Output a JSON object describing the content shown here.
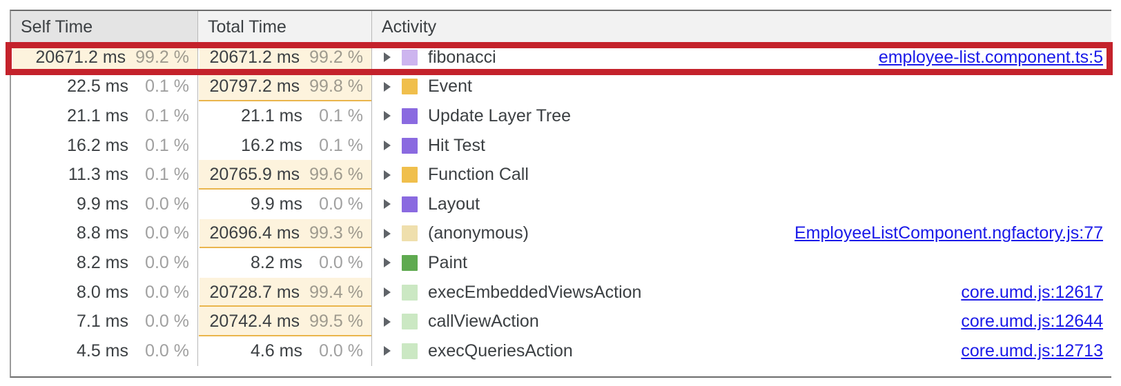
{
  "table": {
    "columns": [
      {
        "key": "self_time",
        "label": "Self Time"
      },
      {
        "key": "total_time",
        "label": "Total Time"
      },
      {
        "key": "activity",
        "label": "Activity"
      }
    ],
    "rows": [
      {
        "self_ms": "20671.2 ms",
        "self_pct": "99.2 %",
        "self_fill": 99.2,
        "total_ms": "20671.2 ms",
        "total_pct": "99.2 %",
        "total_fill": 99.2,
        "activity": "fibonacci",
        "swatch": "#cdb5ef",
        "icon": "disclosure-triangle-right",
        "link": "employee-list.component.ts:5",
        "highlighted": true
      },
      {
        "self_ms": "22.5 ms",
        "self_pct": "0.1 %",
        "self_fill": 0,
        "total_ms": "20797.2 ms",
        "total_pct": "99.8 %",
        "total_fill": 99.8,
        "activity": "Event",
        "swatch": "#f0bf4c",
        "icon": "disclosure-triangle-right",
        "link": "",
        "highlighted": false
      },
      {
        "self_ms": "21.1 ms",
        "self_pct": "0.1 %",
        "self_fill": 0,
        "total_ms": "21.1 ms",
        "total_pct": "0.1 %",
        "total_fill": 0,
        "activity": "Update Layer Tree",
        "swatch": "#8a6ae0",
        "icon": "disclosure-triangle-right",
        "link": "",
        "highlighted": false
      },
      {
        "self_ms": "16.2 ms",
        "self_pct": "0.1 %",
        "self_fill": 0,
        "total_ms": "16.2 ms",
        "total_pct": "0.1 %",
        "total_fill": 0,
        "activity": "Hit Test",
        "swatch": "#8a6ae0",
        "icon": "disclosure-triangle-right",
        "link": "",
        "highlighted": false
      },
      {
        "self_ms": "11.3 ms",
        "self_pct": "0.1 %",
        "self_fill": 0,
        "total_ms": "20765.9 ms",
        "total_pct": "99.6 %",
        "total_fill": 99.6,
        "activity": "Function Call",
        "swatch": "#f0bf4c",
        "icon": "disclosure-triangle-right",
        "link": "",
        "highlighted": false
      },
      {
        "self_ms": "9.9 ms",
        "self_pct": "0.0 %",
        "self_fill": 0,
        "total_ms": "9.9 ms",
        "total_pct": "0.0 %",
        "total_fill": 0,
        "activity": "Layout",
        "swatch": "#8a6ae0",
        "icon": "disclosure-triangle-right",
        "link": "",
        "highlighted": false
      },
      {
        "self_ms": "8.8 ms",
        "self_pct": "0.0 %",
        "self_fill": 0,
        "total_ms": "20696.4 ms",
        "total_pct": "99.3 %",
        "total_fill": 99.3,
        "activity": "(anonymous)",
        "swatch": "#efdfad",
        "icon": "disclosure-triangle-right",
        "link": "EmployeeListComponent.ngfactory.js:77",
        "highlighted": false
      },
      {
        "self_ms": "8.2 ms",
        "self_pct": "0.0 %",
        "self_fill": 0,
        "total_ms": "8.2 ms",
        "total_pct": "0.0 %",
        "total_fill": 0,
        "activity": "Paint",
        "swatch": "#5faa50",
        "icon": "disclosure-triangle-right",
        "link": "",
        "highlighted": false
      },
      {
        "self_ms": "8.0 ms",
        "self_pct": "0.0 %",
        "self_fill": 0,
        "total_ms": "20728.7 ms",
        "total_pct": "99.4 %",
        "total_fill": 99.4,
        "activity": "execEmbeddedViewsAction",
        "swatch": "#cbe8c3",
        "icon": "disclosure-triangle-right",
        "link": "core.umd.js:12617",
        "highlighted": false
      },
      {
        "self_ms": "7.1 ms",
        "self_pct": "0.0 %",
        "self_fill": 0,
        "total_ms": "20742.4 ms",
        "total_pct": "99.5 %",
        "total_fill": 99.5,
        "activity": "callViewAction",
        "swatch": "#cbe8c3",
        "icon": "disclosure-triangle-right",
        "link": "core.umd.js:12644",
        "highlighted": false
      },
      {
        "self_ms": "4.5 ms",
        "self_pct": "0.0 %",
        "self_fill": 0,
        "total_ms": "4.6 ms",
        "total_pct": "0.0 %",
        "total_fill": 0,
        "activity": "execQueriesAction",
        "swatch": "#cbe8c3",
        "icon": "disclosure-triangle-right",
        "link": "core.umd.js:12713",
        "highlighted": false
      }
    ]
  },
  "annotation": {
    "type": "highlight-rectangle",
    "color": "#c4222b",
    "target_row": "fibonacci"
  },
  "colors": {
    "bar_fill": "#fdf3dd",
    "bar_underline": "#eab54c",
    "link": "#1a19e8",
    "text": "#3c4043",
    "muted": "#9e9a8e",
    "header_bg_self": "#e4e4e4",
    "header_bg": "#f2f2f2",
    "annotation_red": "#c4222b"
  }
}
